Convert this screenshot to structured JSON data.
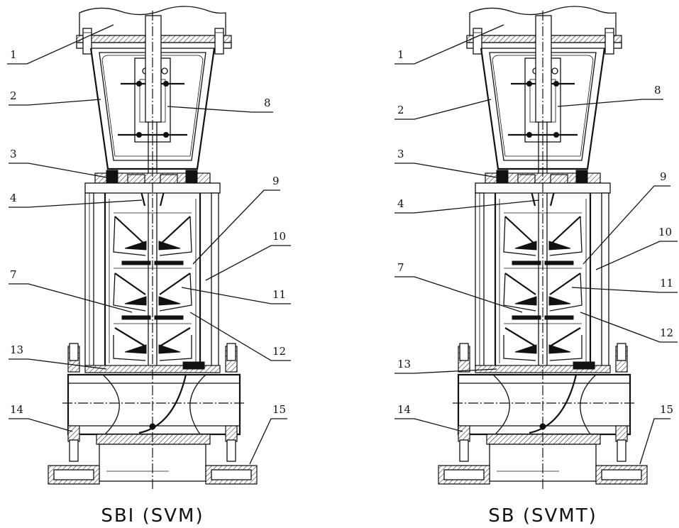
{
  "figure": {
    "captions": [
      "SBI (SVM)",
      "SB (SVMT)"
    ],
    "left_labels": [
      "1",
      "2",
      "3",
      "4",
      "7",
      "8",
      "9",
      "10",
      "11",
      "12",
      "13",
      "14",
      "15"
    ],
    "right_labels": [
      "1",
      "2",
      "3",
      "4",
      "7",
      "8",
      "9",
      "10",
      "11",
      "12",
      "13",
      "14",
      "15"
    ]
  }
}
